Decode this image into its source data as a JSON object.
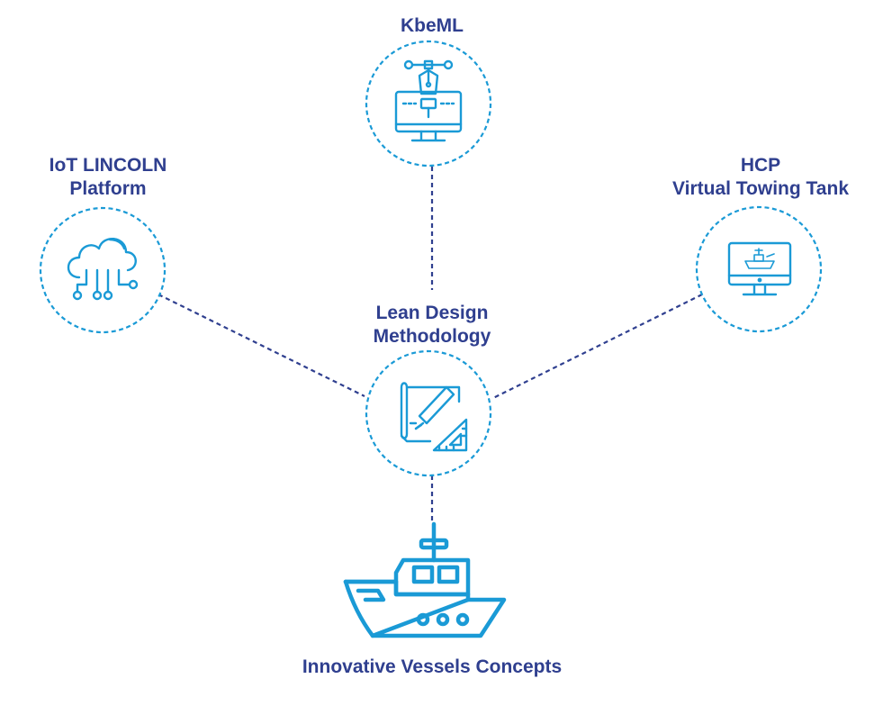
{
  "nodes": {
    "kbeml": {
      "lines": [
        "KbeML"
      ],
      "icon": "design-monitor-icon"
    },
    "iot": {
      "lines": [
        "IoT LINCOLN",
        "Platform"
      ],
      "icon": "cloud-network-icon"
    },
    "hcp": {
      "lines": [
        "HCP",
        "Virtual Towing Tank"
      ],
      "icon": "ship-monitor-icon"
    },
    "lean": {
      "lines": [
        "Lean Design",
        "Methodology"
      ],
      "icon": "blueprint-pencil-icon"
    },
    "innovative": {
      "lines": [
        "Innovative Vessels Concepts"
      ],
      "icon": "vessel-icon"
    }
  },
  "colors": {
    "text": "#2f3f8f",
    "connector": "#2f3f8f",
    "icon": "#1a9ad6",
    "ring": "#1a9ad6"
  }
}
